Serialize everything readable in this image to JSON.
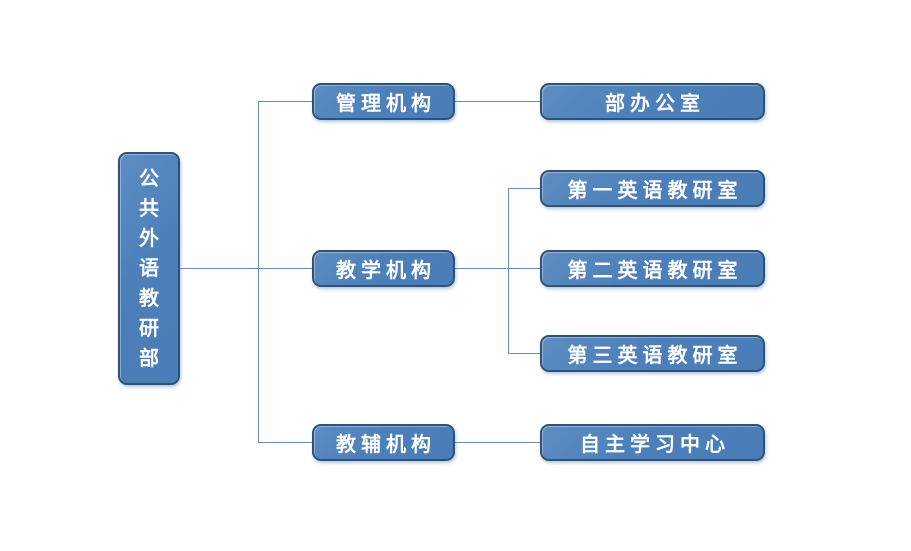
{
  "diagram": {
    "title": "organization-chart",
    "root": {
      "id": "root",
      "label": "公共外语教研部"
    },
    "branches": [
      {
        "id": "mgmt",
        "label": "管理机构"
      },
      {
        "id": "teach",
        "label": "教学机构"
      },
      {
        "id": "aux",
        "label": "教辅机构"
      }
    ],
    "leaves": [
      {
        "id": "office",
        "label": "部办公室",
        "parent": "mgmt"
      },
      {
        "id": "eng1",
        "label": "第一英语教研室",
        "parent": "teach"
      },
      {
        "id": "eng2",
        "label": "第二英语教研室",
        "parent": "teach"
      },
      {
        "id": "eng3",
        "label": "第三英语教研室",
        "parent": "teach"
      },
      {
        "id": "selfstudy",
        "label": "自主学习中心",
        "parent": "aux"
      }
    ],
    "colors": {
      "box_fill": "#4d80bb",
      "box_border": "#2f5377",
      "connector": "#6b8db4",
      "text": "#ffffff",
      "background": "#ffffff"
    }
  }
}
